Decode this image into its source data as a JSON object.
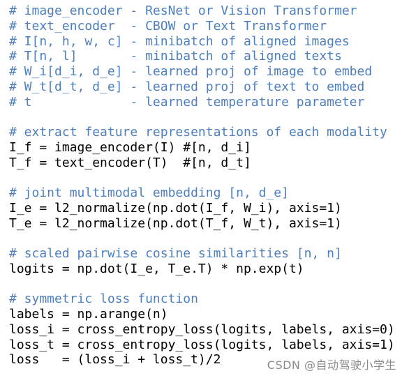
{
  "code_lines": [
    {
      "type": "comment",
      "text": "# image_encoder - ResNet or Vision Transformer"
    },
    {
      "type": "comment",
      "text": "# text_encoder  - CBOW or Text Transformer"
    },
    {
      "type": "comment",
      "text": "# I[n, h, w, c] - minibatch of aligned images"
    },
    {
      "type": "comment",
      "text": "# T[n, l]       - minibatch of aligned texts"
    },
    {
      "type": "comment",
      "text": "# W_i[d_i, d_e] - learned proj of image to embed"
    },
    {
      "type": "comment",
      "text": "# W_t[d_t, d_e] - learned proj of text to embed"
    },
    {
      "type": "comment",
      "text": "# t             - learned temperature parameter"
    },
    {
      "type": "blank",
      "text": ""
    },
    {
      "type": "comment",
      "text": "# extract feature representations of each modality"
    },
    {
      "type": "code",
      "text": "I_f = image_encoder(I) #[n, d_i]"
    },
    {
      "type": "code",
      "text": "T_f = text_encoder(T)  #[n, d_t]"
    },
    {
      "type": "blank",
      "text": ""
    },
    {
      "type": "comment",
      "text": "# joint multimodal embedding [n, d_e]"
    },
    {
      "type": "code",
      "text": "I_e = l2_normalize(np.dot(I_f, W_i), axis=1)"
    },
    {
      "type": "code",
      "text": "T_e = l2_normalize(np.dot(T_f, W_t), axis=1)"
    },
    {
      "type": "blank",
      "text": ""
    },
    {
      "type": "comment",
      "text": "# scaled pairwise cosine similarities [n, n]"
    },
    {
      "type": "code",
      "text": "logits = np.dot(I_e, T_e.T) * np.exp(t)"
    },
    {
      "type": "blank",
      "text": ""
    },
    {
      "type": "comment",
      "text": "# symmetric loss function"
    },
    {
      "type": "code",
      "text": "labels = np.arange(n)"
    },
    {
      "type": "code",
      "text": "loss_i = cross_entropy_loss(logits, labels, axis=0)"
    },
    {
      "type": "code",
      "text": "loss_t = cross_entropy_loss(logits, labels, axis=1)"
    },
    {
      "type": "code",
      "text": "loss   = (loss_i + loss_t)/2"
    }
  ],
  "watermark": "CSDN @自动驾驶小学生",
  "colors": {
    "comment": "#4d7fbf",
    "code": "#000000",
    "background": "#ffffff"
  }
}
